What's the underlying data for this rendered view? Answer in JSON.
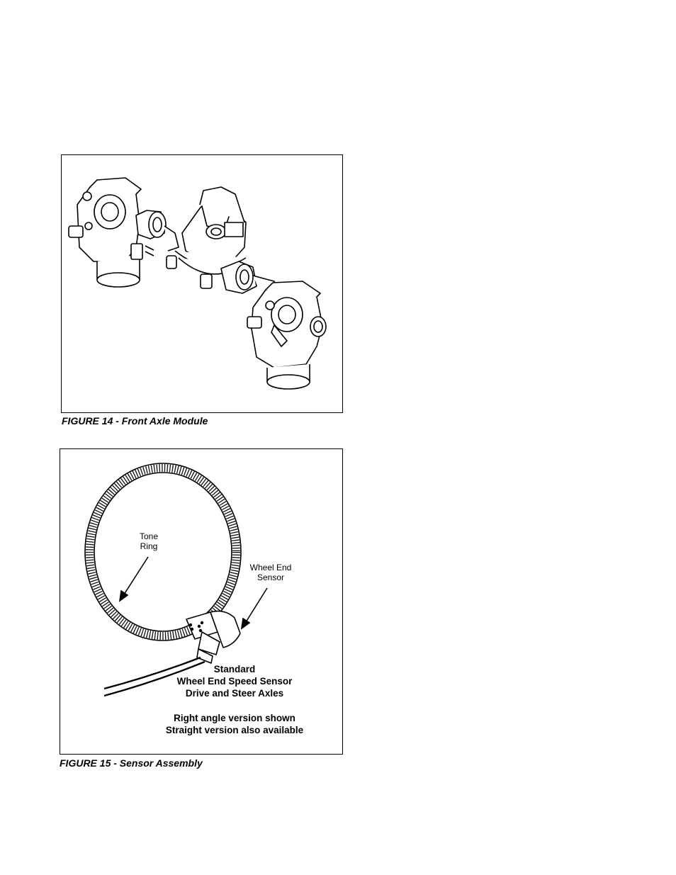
{
  "figure14": {
    "caption": "FIGURE 14 - Front Axle Module"
  },
  "figure15": {
    "caption": "FIGURE 15 - Sensor Assembly",
    "labels": {
      "tone_ring_line1": "Tone",
      "tone_ring_line2": "Ring",
      "sensor_line1": "Wheel End",
      "sensor_line2": "Sensor"
    },
    "description": {
      "line1": "Standard",
      "line2": "Wheel End Speed Sensor",
      "line3": "Drive and Steer Axles",
      "line4": "Right angle version shown",
      "line5": "Straight version also available"
    }
  }
}
